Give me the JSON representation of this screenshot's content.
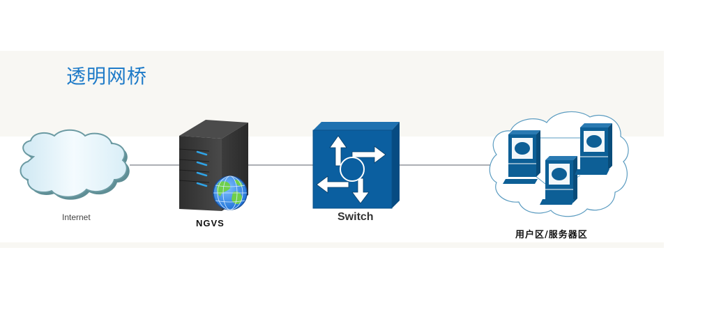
{
  "title": "透明网桥",
  "nodes": {
    "internet": {
      "label": "Internet",
      "icon": "cloud-icon"
    },
    "ngvs": {
      "label": "NGVS",
      "icon": "server-globe-icon"
    },
    "switch": {
      "label": "Switch",
      "icon": "switch-icon"
    },
    "users": {
      "label": "用户区/服务器区",
      "icon": "workstation-cloud-icon"
    }
  },
  "links": [
    {
      "from": "internet",
      "to": "ngvs"
    },
    {
      "from": "ngvs",
      "to": "switch"
    },
    {
      "from": "switch",
      "to": "users"
    }
  ],
  "colors": {
    "title": "#1f7bc8",
    "band": "#f8f7f3",
    "switch": "#0b5fa0",
    "workstation": "#0d5f96",
    "server": "#3a3a3a",
    "link": "#7a7f86"
  }
}
